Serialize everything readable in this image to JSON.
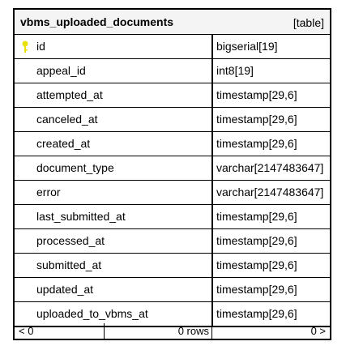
{
  "table": {
    "name": "vbms_uploaded_documents",
    "kind": "[table]"
  },
  "columns": [
    {
      "name": "id",
      "type": "bigserial[19]",
      "primary_key": true,
      "icon": "key-icon"
    },
    {
      "name": "appeal_id",
      "type": "int8[19]"
    },
    {
      "name": "attempted_at",
      "type": "timestamp[29,6]"
    },
    {
      "name": "canceled_at",
      "type": "timestamp[29,6]"
    },
    {
      "name": "created_at",
      "type": "timestamp[29,6]"
    },
    {
      "name": "document_type",
      "type": "varchar[2147483647]"
    },
    {
      "name": "error",
      "type": "varchar[2147483647]"
    },
    {
      "name": "last_submitted_at",
      "type": "timestamp[29,6]"
    },
    {
      "name": "processed_at",
      "type": "timestamp[29,6]"
    },
    {
      "name": "submitted_at",
      "type": "timestamp[29,6]"
    },
    {
      "name": "updated_at",
      "type": "timestamp[29,6]"
    },
    {
      "name": "uploaded_to_vbms_at",
      "type": "timestamp[29,6]"
    }
  ],
  "footer": {
    "prev": "< 0",
    "count": "0 rows",
    "next": "0 >"
  },
  "colors": {
    "key_icon": "#e8e000",
    "header_bg": "#f4f4f4",
    "border": "#000000"
  }
}
